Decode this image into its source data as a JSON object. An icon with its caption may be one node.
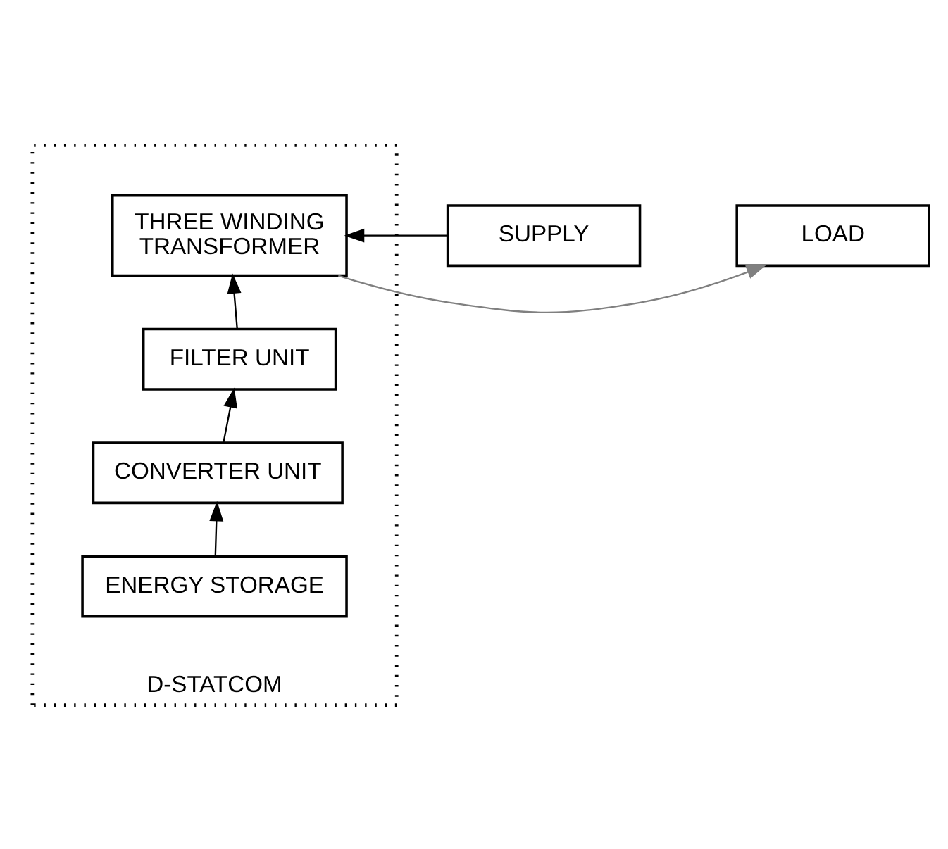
{
  "diagram": {
    "nodes": [
      {
        "text": [
          "D-STATCOM"
        ]
      },
      {
        "text": [
          "SUPPLY"
        ]
      },
      {
        "text": [
          "THREE WINDING TRANSFORMER"
        ],
        "in": 0
      },
      {
        "text": [
          "LOAD"
        ]
      },
      {
        "text": [
          "FILTER UNIT"
        ],
        "in": 0
      },
      {
        "text": [
          "CONVERTER UNIT"
        ],
        "in": 0
      },
      {
        "text": [
          "ENERGY STORAGE"
        ],
        "in": 0
      }
    ],
    "edges": [
      {
        "from": 1,
        "to": 2,
        "arrow": "to"
      },
      {
        "from": 2,
        "to": 3,
        "arrow": "to",
        "color": "#808080"
      },
      {
        "from": 4,
        "to": 2,
        "arrow": "to"
      },
      {
        "from": 5,
        "to": 4,
        "arrow": "to"
      },
      {
        "from": 6,
        "to": 5,
        "arrow": "to"
      }
    ]
  }
}
